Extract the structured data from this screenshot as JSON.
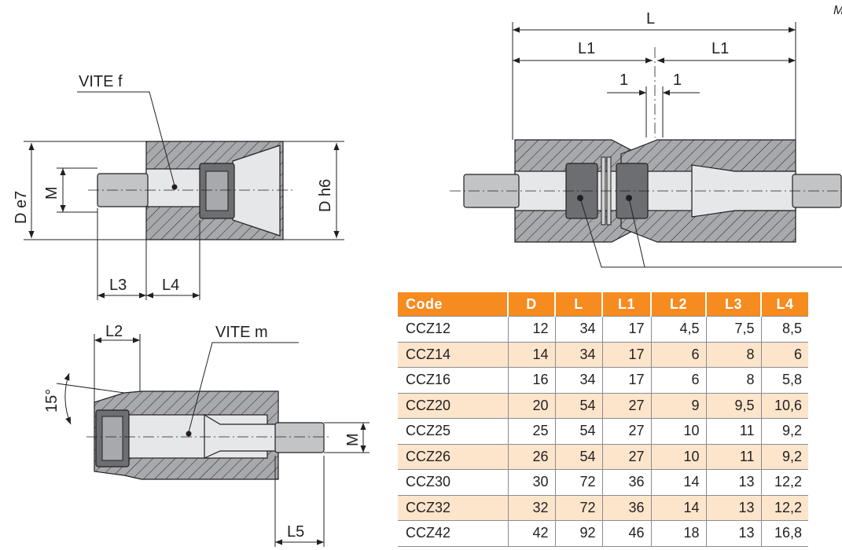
{
  "drawing": {
    "vite_f_label": "VITE f",
    "vite_m_label": "VITE m",
    "dim_d_e7": "D e7",
    "dim_d_h6": "D h6",
    "dim_m_top": "M",
    "dim_m_bottom": "M",
    "dim_l": "L",
    "dim_l1_left": "L1",
    "dim_l1_right": "L1",
    "dim_gap_left": "1",
    "dim_gap_right": "1",
    "dim_l2": "L2",
    "dim_l3": "L3",
    "dim_l4": "L4",
    "dim_l5": "L5",
    "angle": "15°",
    "corner_mark": "M"
  },
  "table": {
    "headers": [
      "Code",
      "D",
      "L",
      "L1",
      "L2",
      "L3",
      "L4"
    ],
    "rows": [
      [
        "CCZ12",
        "12",
        "34",
        "17",
        "4,5",
        "7,5",
        "8,5"
      ],
      [
        "CCZ14",
        "14",
        "34",
        "17",
        "6",
        "8",
        "6"
      ],
      [
        "CCZ16",
        "16",
        "34",
        "17",
        "6",
        "8",
        "5,8"
      ],
      [
        "CCZ20",
        "20",
        "54",
        "27",
        "9",
        "9,5",
        "10,6"
      ],
      [
        "CCZ25",
        "25",
        "54",
        "27",
        "10",
        "11",
        "9,2"
      ],
      [
        "CCZ26",
        "26",
        "54",
        "27",
        "10",
        "11",
        "9,2"
      ],
      [
        "CCZ30",
        "30",
        "72",
        "36",
        "14",
        "13",
        "12,2"
      ],
      [
        "CCZ32",
        "32",
        "72",
        "36",
        "14",
        "13",
        "12,2"
      ],
      [
        "CCZ42",
        "42",
        "92",
        "46",
        "18",
        "13",
        "16,8"
      ]
    ]
  },
  "colors": {
    "header_orange": "#f68b1f",
    "alt_row": "#fde5cc"
  }
}
